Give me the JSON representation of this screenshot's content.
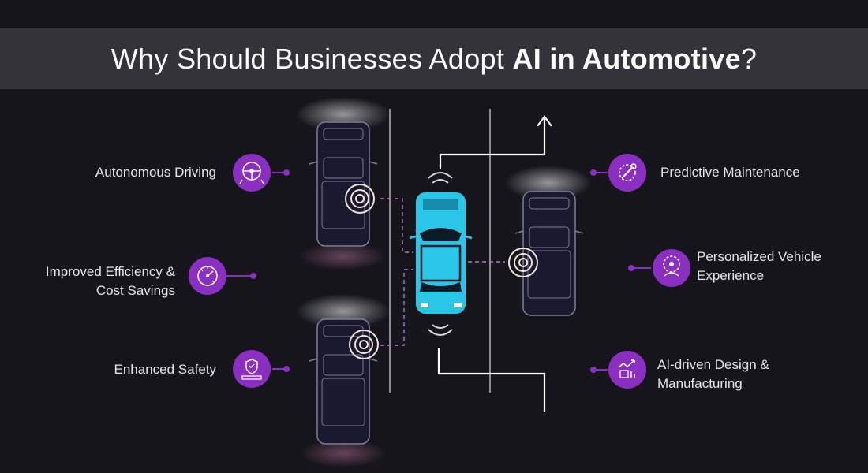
{
  "title": {
    "prefix": "Why Should Businesses Adopt ",
    "emphasis": "AI in Automotive",
    "suffix": "?"
  },
  "benefits": {
    "autonomous": {
      "label": "Autonomous Driving",
      "icon": "steering-wheel-icon"
    },
    "efficiency": {
      "line1": "Improved Efficiency &",
      "line2": "Cost Savings",
      "icon": "gauge-icon"
    },
    "safety": {
      "label": "Enhanced Safety",
      "icon": "shield-car-icon"
    },
    "maintenance": {
      "label": "Predictive Maintenance",
      "icon": "wrench-gear-icon"
    },
    "personalized": {
      "line1": "Personalized Vehicle",
      "line2": "Experience",
      "icon": "gear-person-icon"
    },
    "design": {
      "line1": "AI-driven Design &",
      "line2": "Manufacturing",
      "icon": "chart-box-icon"
    }
  },
  "colors": {
    "background": "#16151b",
    "title_band": "#34333a",
    "accent_purple": "#8a2fc2",
    "ai_car": "#29c6e8",
    "other_cars": "#1a1930"
  }
}
